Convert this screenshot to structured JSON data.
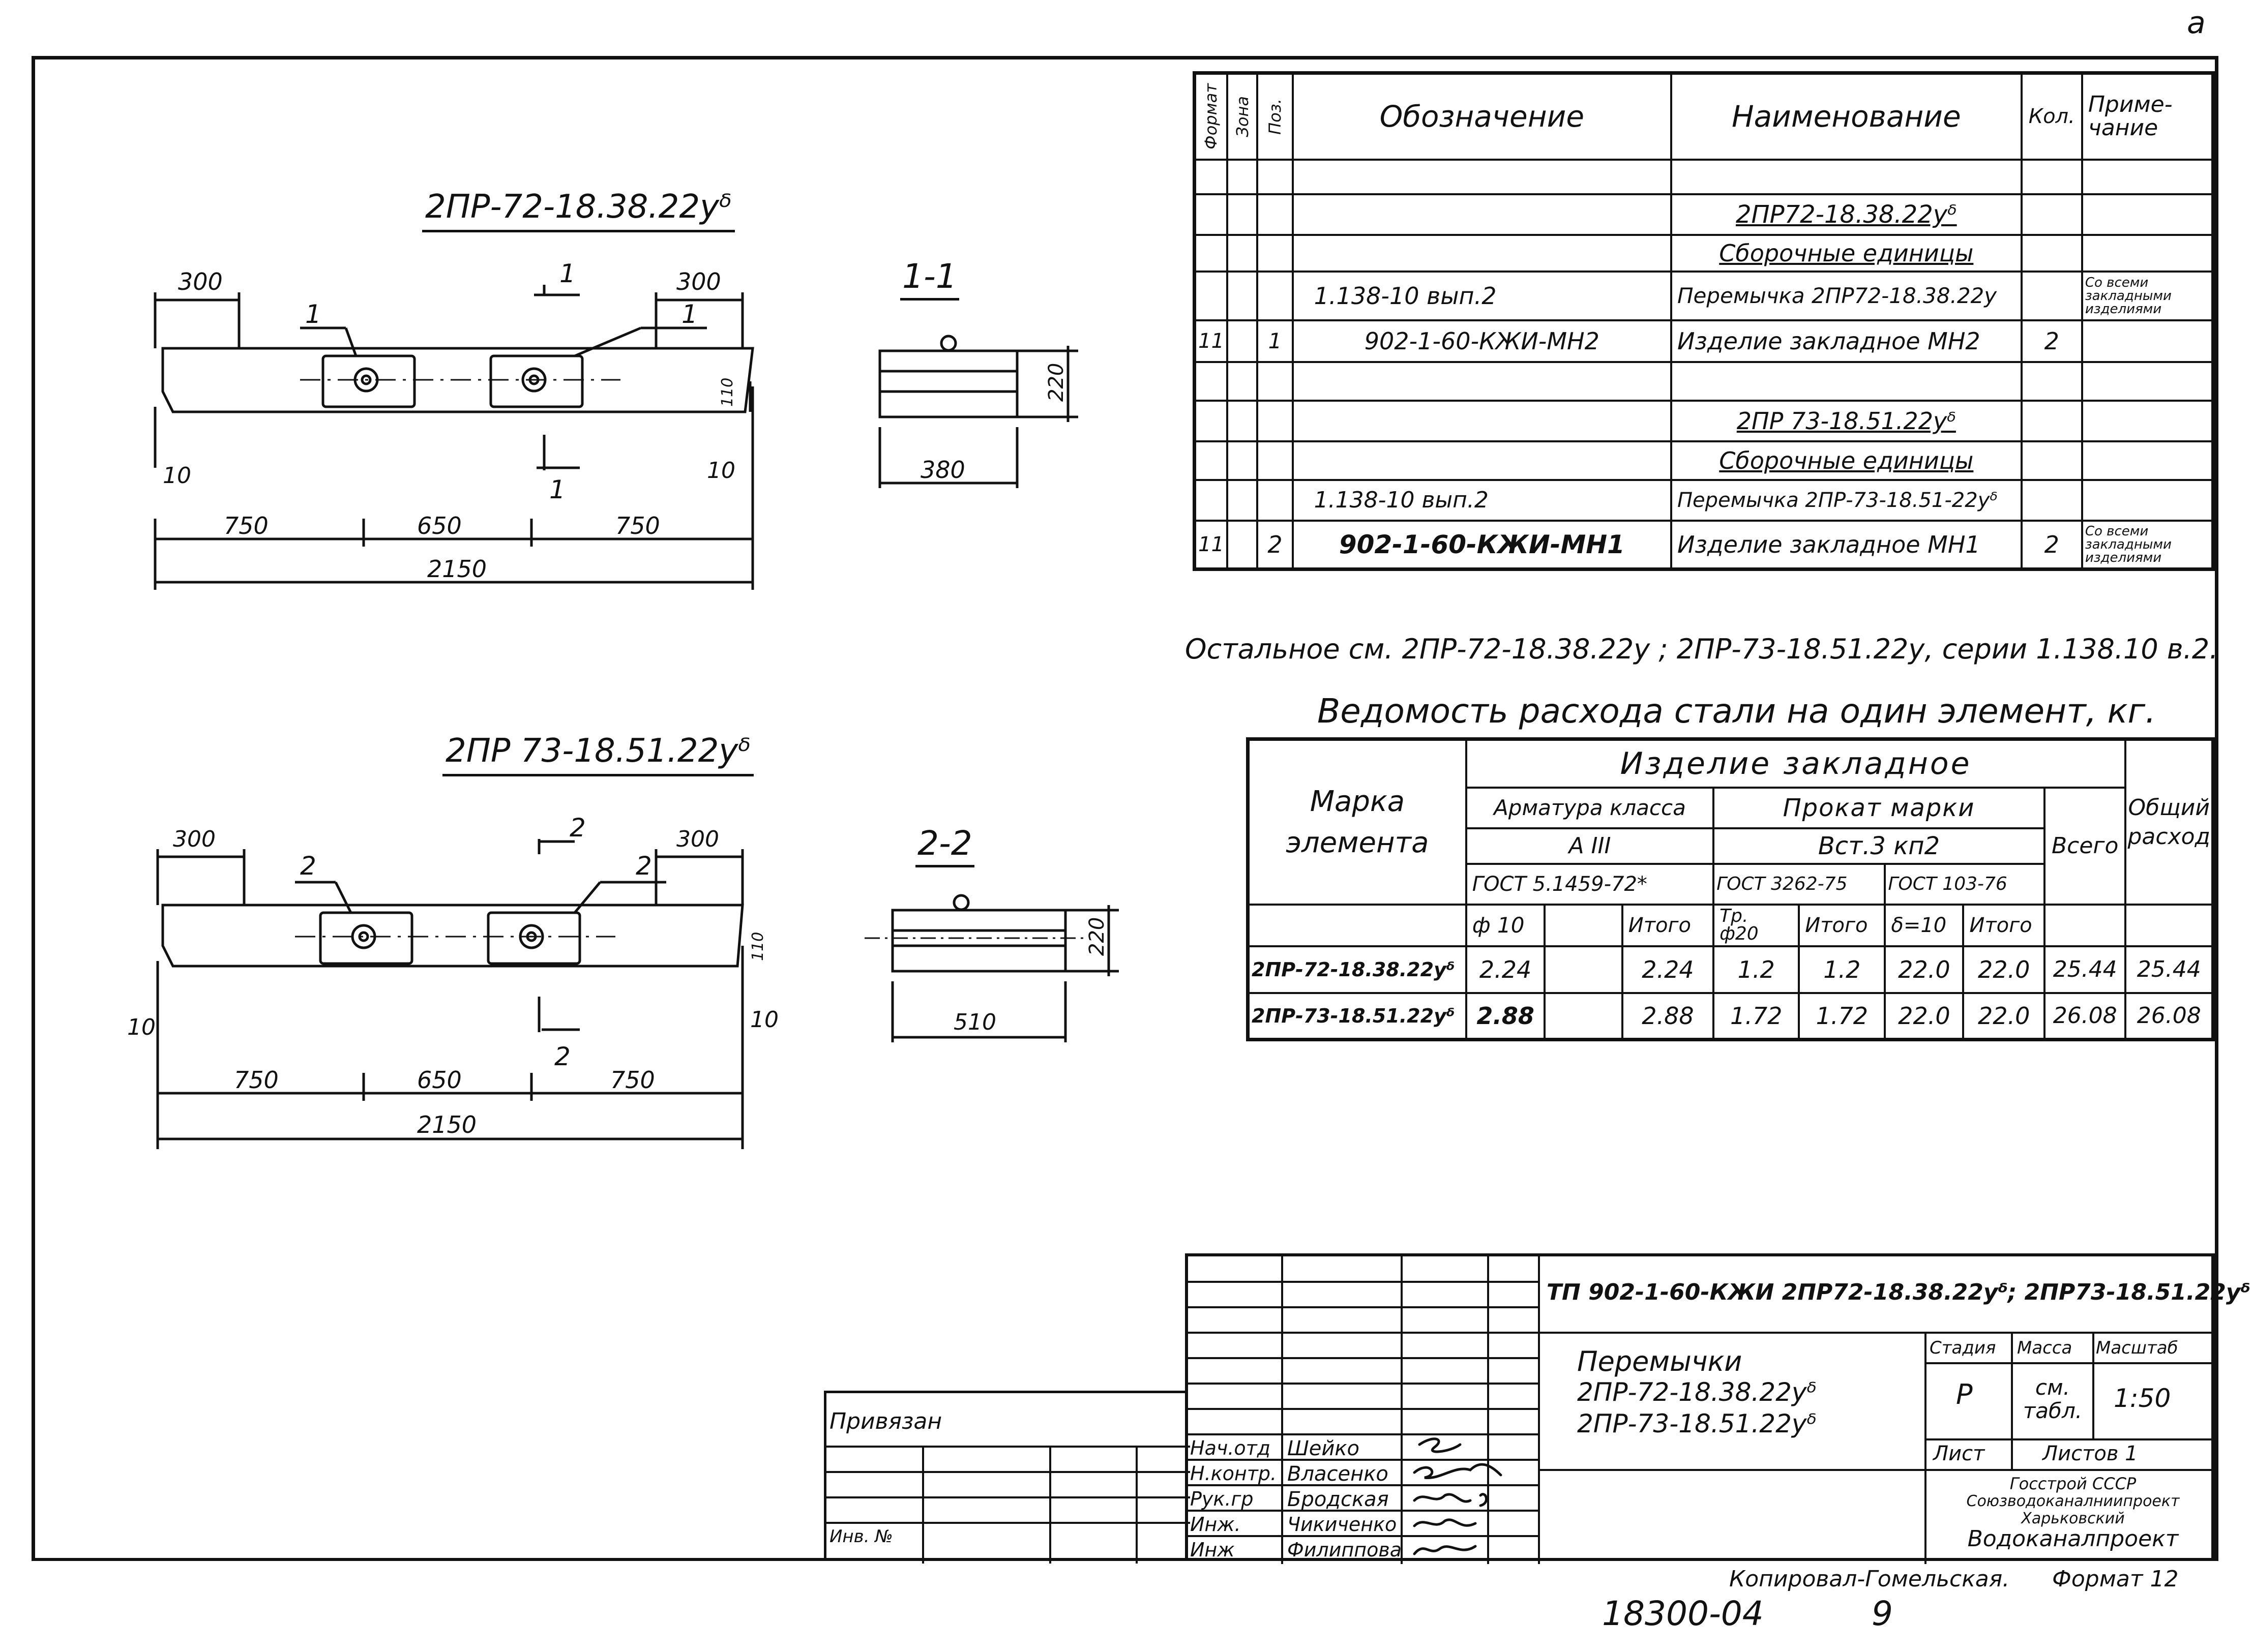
{
  "sheet_mark": "a",
  "drawings": {
    "a": {
      "title": "2ПР-72-18.38.22уᵟ",
      "dims_top": [
        "300",
        "300"
      ],
      "callouts": [
        "1",
        "1"
      ],
      "section_marks": [
        "1",
        "1"
      ],
      "side_dims": [
        "110",
        "10",
        "10"
      ],
      "bottom_dims": [
        "750",
        "650",
        "750"
      ],
      "total": "2150",
      "section_title": "1-1",
      "section_height": "220",
      "section_width": "380"
    },
    "b": {
      "title": "2ПР 73-18.51.22уᵟ",
      "dims_top": [
        "300",
        "300"
      ],
      "callouts": [
        "2",
        "2"
      ],
      "section_marks": [
        "2",
        "2"
      ],
      "side_dims": [
        "110",
        "10",
        "10"
      ],
      "bottom_dims": [
        "750",
        "650",
        "750"
      ],
      "total": "2150",
      "section_title": "2-2",
      "section_height": "220",
      "section_width": "510"
    }
  },
  "spec": {
    "headers": [
      "Формат",
      "Зона",
      "Поз.",
      "Обозначение",
      "Наименование",
      "Кол.",
      "Приме-чание"
    ],
    "rows": [
      [
        "",
        "",
        "",
        "",
        "",
        "",
        ""
      ],
      [
        "",
        "",
        "",
        "",
        "2ПР72-18.38.22уᵟ",
        "",
        ""
      ],
      [
        "",
        "",
        "",
        "",
        "Сборочные единицы",
        "",
        ""
      ],
      [
        "",
        "",
        "",
        "1.138-10 вып.2",
        "Перемычка 2ПР72-18.38.22у",
        "",
        "Со всеми закладными изделиями"
      ],
      [
        "11",
        "",
        "1",
        "902-1-60-КЖИ-МН2",
        "Изделие закладное МН2",
        "2",
        ""
      ],
      [
        "",
        "",
        "",
        "",
        "",
        "",
        ""
      ],
      [
        "",
        "",
        "",
        "",
        "2ПР 73-18.51.22уᵟ",
        "",
        ""
      ],
      [
        "",
        "",
        "",
        "",
        "Сборочные единицы",
        "",
        ""
      ],
      [
        "",
        "",
        "",
        "1.138-10 вып.2",
        "Перемычка 2ПР-73-18.51-22уᵟ",
        "",
        ""
      ],
      [
        "11",
        "",
        "2",
        "902-1-60-КЖИ-МН1",
        "Изделие закладное МН1",
        "2",
        "Со всеми закладными изделиями"
      ]
    ]
  },
  "note": "Остальное см. 2ПР-72-18.38.22у ; 2ПР-73-18.51.22у, серии 1.138.10 в.2.",
  "steel": {
    "title": "Ведомость расхода стали на один элемент, кг.",
    "h_mark": "Марка элемента",
    "h_group": "Изделие закладное",
    "h_arm": "Арматура класса",
    "h_arm_class": "A III",
    "h_arm_gost": "ГОСТ 5.1459-72*",
    "h_prokat": "Прокат марки",
    "h_prokat_grade": "Вст.3 кп2",
    "h_gost2": "ГОСТ 3262-75",
    "h_gost3": "ГОСТ 103-76",
    "h_phi10": "ф 10",
    "h_itogo": "Итого",
    "h_tr": "Тр. ф20",
    "h_delta": "δ=10",
    "h_total": "Всего",
    "h_general": "Общий расход",
    "rows": [
      [
        "2ПР-72-18.38.22уᵟ",
        "2.24",
        "",
        "2.24",
        "1.2",
        "1.2",
        "22.0",
        "22.0",
        "25.44",
        "25.44"
      ],
      [
        "2ПР-73-18.51.22уᵟ",
        "2.88",
        "",
        "2.88",
        "1.72",
        "1.72",
        "22.0",
        "22.0",
        "26.08",
        "26.08"
      ]
    ]
  },
  "titleblock": {
    "doc_code": "ТП 902-1-60-КЖИ 2ПР72-18.38.22уᵟ; 2ПР73-18.51.22уᵟ",
    "name_l1": "Перемычки",
    "name_l2": "2ПР-72-18.38.22уᵟ",
    "name_l3": "2ПР-73-18.51.22уᵟ",
    "h_stage": "Стадия",
    "h_mass": "Масса",
    "h_scale": "Масштаб",
    "stage": "Р",
    "mass": "см. табл.",
    "scale": "1:50",
    "sheet": "Лист",
    "sheets": "Листов 1",
    "org1": "Госстрой СССР",
    "org2": "Союзводоканалниипроект",
    "org3": "Харьковский",
    "org4": "Водоканалпроект",
    "bound": "Привязан",
    "inv": "Инв. №",
    "staff": [
      [
        "Нач.отд",
        "Шейко"
      ],
      [
        "Н.контр.",
        "Власенко"
      ],
      [
        "Рук.гр",
        "Бродская"
      ],
      [
        "Инж.",
        "Чикиченко"
      ],
      [
        "Инж",
        "Филиппова"
      ]
    ]
  },
  "footer": {
    "copied": "Копировал-Гомельская.",
    "format": "Формат 12",
    "archive": "18300-04",
    "page": "9"
  }
}
